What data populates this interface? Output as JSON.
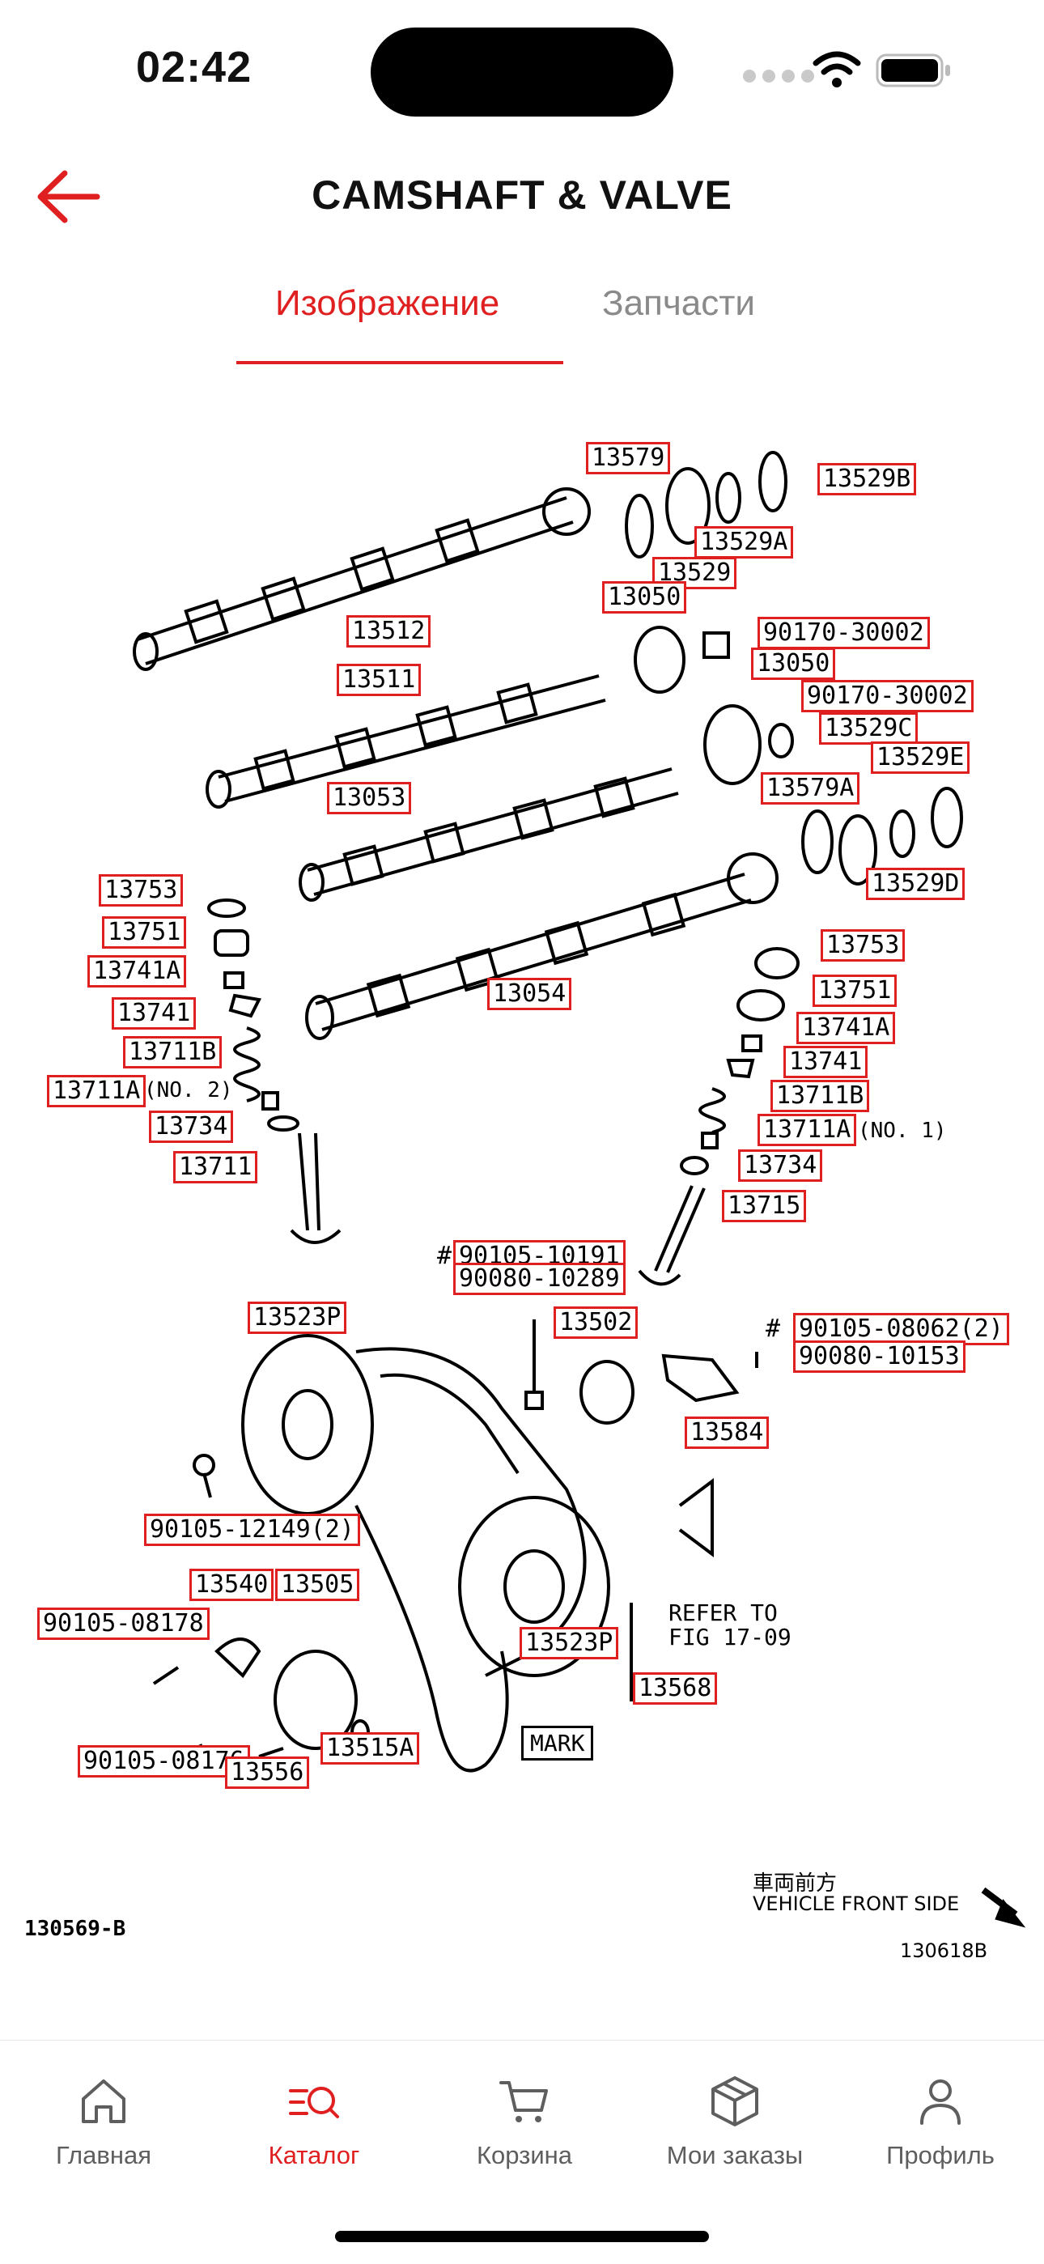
{
  "status_bar": {
    "time": "02:42"
  },
  "header": {
    "title": "CAMSHAFT & VALVE"
  },
  "tabs": [
    {
      "label": "Изображение",
      "active": true
    },
    {
      "label": "Запчасти",
      "active": false
    }
  ],
  "diagram": {
    "parts": [
      "13579",
      "13529B",
      "13529A",
      "13529",
      "13050",
      "13512",
      "90170-30002",
      "13050",
      "13511",
      "90170-30002",
      "13529C",
      "13529E",
      "13053",
      "13579A",
      "13753",
      "13751",
      "13741A",
      "13741",
      "13711B",
      "13711A",
      "13734",
      "13711",
      "13529D",
      "13054",
      "13753",
      "13751",
      "13741A",
      "13741",
      "13711B",
      "13711A",
      "13734",
      "13715",
      "90105-10191",
      "90080-10289",
      "13523P",
      "13502",
      "90105-08062(2)",
      "90080-10153",
      "13584",
      "90105-12149(2)",
      "13540",
      "13505",
      "90105-08178",
      "13523P",
      "13568",
      "90105-08176",
      "13556",
      "13515A"
    ],
    "notes": {
      "no2": "(NO. 2)",
      "no1": "(NO. 1)",
      "refer": "REFER TO\nFIG 17-09",
      "mark": "MARK",
      "hash": "#",
      "front_jp": "車両前方",
      "front_en": "VEHICLE FRONT SIDE",
      "code_left": "130569-B",
      "code_right": "130618B"
    }
  },
  "tabbar": {
    "items": [
      {
        "label": "Главная",
        "icon": "home-icon"
      },
      {
        "label": "Каталог",
        "icon": "catalog-search-icon",
        "active": true
      },
      {
        "label": "Корзина",
        "icon": "cart-icon"
      },
      {
        "label": "Мои заказы",
        "icon": "box-icon"
      },
      {
        "label": "Профиль",
        "icon": "person-icon"
      }
    ]
  },
  "colors": {
    "accent": "#e02020",
    "inactive": "#8a8a8a"
  }
}
